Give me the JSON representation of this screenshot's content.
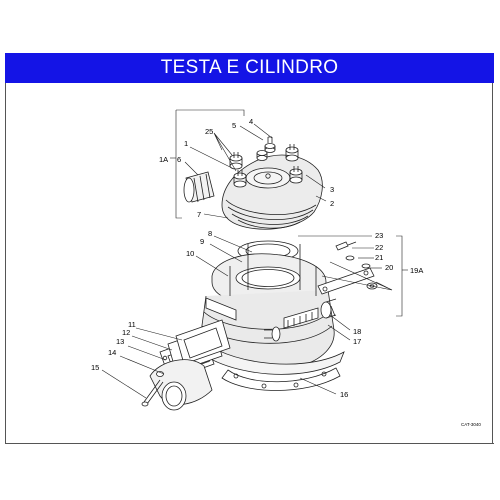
{
  "header": {
    "title": "TESTA E CILINDRO"
  },
  "diagram": {
    "callouts": {
      "c1": "1",
      "c2": "2",
      "c3": "3",
      "c4": "4",
      "c5": "5",
      "c6": "6",
      "c7": "7",
      "c8": "8",
      "c9": "9",
      "c10": "10",
      "c11": "11",
      "c12": "12",
      "c13": "13",
      "c14": "14",
      "c15": "15",
      "c16": "16",
      "c17": "17",
      "c18": "18",
      "c20": "20",
      "c21": "21",
      "c22": "22",
      "c23": "23",
      "c25": "25",
      "g1A": "1A",
      "g19A": "19A"
    },
    "drawing_code": "CAT-3040"
  },
  "colors": {
    "title_bar": "#1414e6",
    "title_text": "#ffffff",
    "line": "#222222",
    "part_fill": "#e6e6e6"
  }
}
